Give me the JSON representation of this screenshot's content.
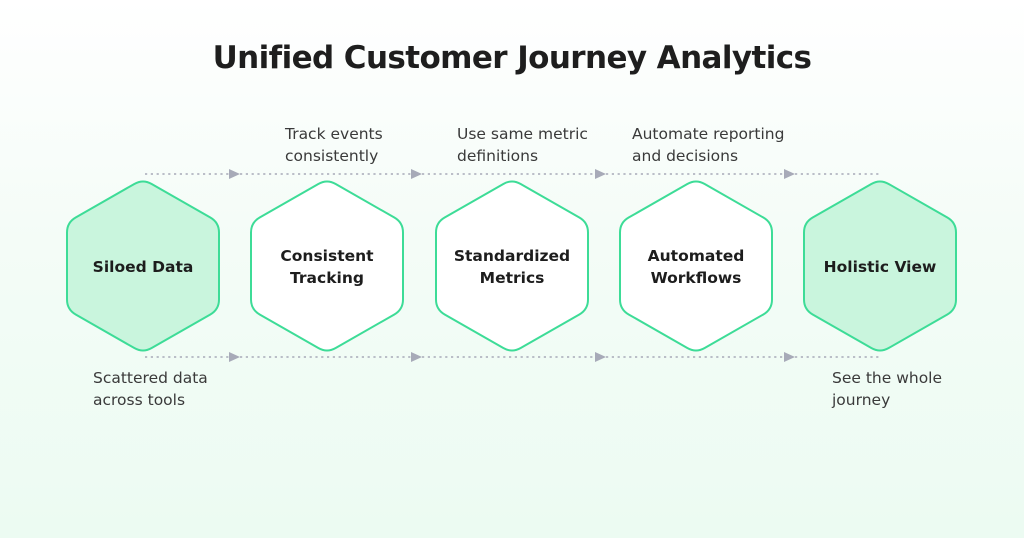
{
  "title": "Unified Customer Journey Analytics",
  "colors": {
    "hex_stroke": "#3ddc97",
    "hex_fill_accent": "#c9f5dd",
    "hex_fill_plain": "#ffffff",
    "arrow": "#a7aab8",
    "text": "#1d1d1d"
  },
  "stages": [
    {
      "label_lines": [
        "Siloed Data"
      ],
      "highlight": true
    },
    {
      "label_lines": [
        "Consistent",
        "Tracking"
      ],
      "highlight": false
    },
    {
      "label_lines": [
        "Standardized",
        "Metrics"
      ],
      "highlight": false
    },
    {
      "label_lines": [
        "Automated",
        "Workflows"
      ],
      "highlight": false
    },
    {
      "label_lines": [
        "Holistic View"
      ],
      "highlight": true
    }
  ],
  "top_annotations": [
    {
      "lines": [
        "Track events",
        "consistently"
      ]
    },
    {
      "lines": [
        "Use same metric",
        "definitions"
      ]
    },
    {
      "lines": [
        "Automate reporting",
        "and decisions"
      ]
    }
  ],
  "bottom_annotations": [
    {
      "lines": [
        "Scattered data",
        "across tools"
      ]
    },
    {
      "lines": [
        "See the whole",
        "journey"
      ]
    }
  ]
}
